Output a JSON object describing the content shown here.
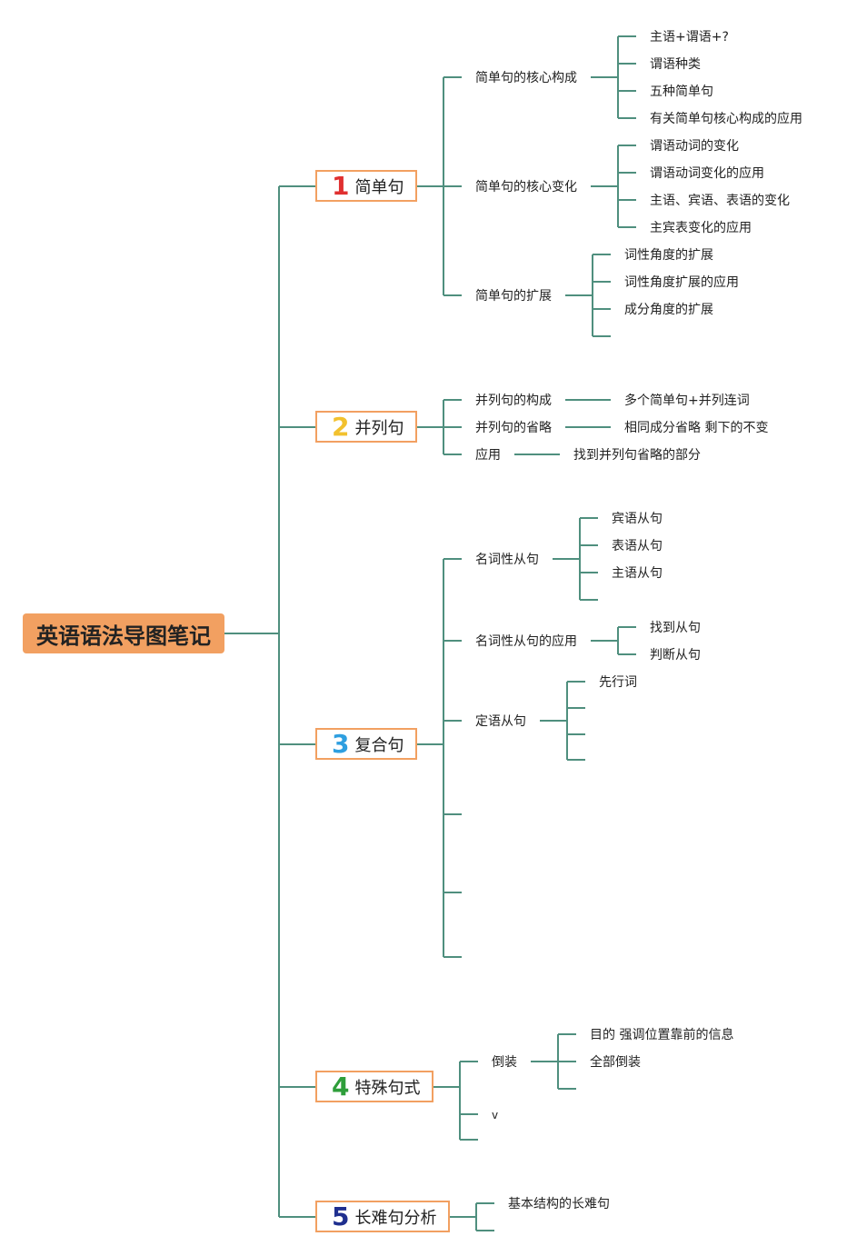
{
  "root": "英语语法导图笔记",
  "branches": [
    {
      "num": "1",
      "num_color": "#e03030",
      "label": "简单句",
      "children": [
        {
          "label": "简单句的核心构成",
          "items": [
            "主语+谓语+?",
            "谓语种类",
            "五种简单句",
            "有关简单句核心构成的应用"
          ]
        },
        {
          "label": "简单句的核心变化",
          "items": [
            "谓语动词的变化",
            "谓语动词变化的应用",
            "主语、宾语、表语的变化",
            "主宾表变化的应用"
          ]
        },
        {
          "label": "简单句的扩展",
          "items": [
            "词性角度的扩展",
            "词性角度扩展的应用",
            "成分角度的扩展"
          ]
        }
      ]
    },
    {
      "num": "2",
      "num_color": "#f2c12e",
      "label": "并列句",
      "children": [
        {
          "label": "并列句的构成",
          "detail": "多个简单句+并列连词"
        },
        {
          "label": "并列句的省略",
          "detail": "相同成分省略 剩下的不变"
        },
        {
          "label": "应用",
          "detail": "找到并列句省略的部分"
        }
      ]
    },
    {
      "num": "3",
      "num_color": "#2e9fe0",
      "label": "复合句",
      "children": [
        {
          "label": "名词性从句",
          "items": [
            "宾语从句",
            "表语从句",
            "主语从句"
          ]
        },
        {
          "label": "名词性从句的应用",
          "items": [
            "找到从句",
            "判断从句"
          ]
        },
        {
          "label": "定语从句",
          "items": [
            "先行词"
          ]
        }
      ]
    },
    {
      "num": "4",
      "num_color": "#2e9e3a",
      "label": "特殊句式",
      "children": [
        {
          "label": "倒装",
          "items": [
            "目的 强调位置靠前的信息",
            "全部倒装"
          ]
        },
        {
          "label": "v"
        }
      ]
    },
    {
      "num": "5",
      "num_color": "#1f2f8f",
      "label": "长难句分析",
      "children": [
        {
          "label": "基本结构的长难句"
        }
      ]
    }
  ]
}
